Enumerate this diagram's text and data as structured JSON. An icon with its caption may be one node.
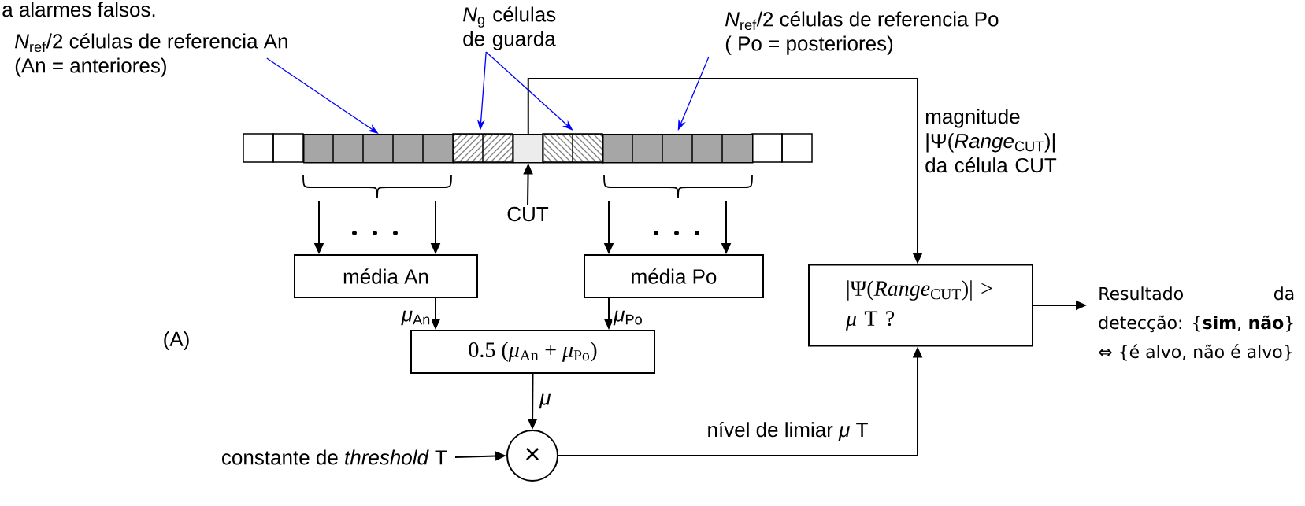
{
  "diagram": {
    "nodes": [
      {
        "text": [
          "*N*$_{ref}$/2 células de referencia An",
          "(An = anteriores)"
        ]
      },
      {
        "text": [
          "*N*$_{g}$ células de guarda"
        ]
      },
      {
        "text": [
          "*N*$_{ref}$/2 células de referencia Po",
          "( Po = posteriores)"
        ]
      },
      {
        "text": [],
        "shape": "box"
      },
      {
        "text": [],
        "shape": "box"
      },
      {
        "text": [],
        "shape": "box"
      },
      {
        "text": [],
        "shape": "box"
      },
      {
        "text": [],
        "shape": "box"
      },
      {
        "text": [
          "CUT"
        ]
      },
      {
        "text": [
          "média An"
        ]
      },
      {
        "text": [
          "média Po"
        ]
      },
      {
        "text": [
          "0.5 (*μ*$_{An}$ + *μ*$_{Po}$)"
        ]
      },
      {
        "text": [
          "×"
        ]
      },
      {
        "text": [
          "constante de *threshold* T"
        ]
      },
      {
        "text": [
          "|Ψ(*Range*$_{CUT}$)| > *μ* T ?"
        ]
      },
      {
        "text": [
          "Resultado da detecção: {**sim**, **não**} ⇔ {é alvo, não é alvo}"
        ]
      }
    ],
    "edges": [
      {
        "from": 0,
        "to": 3,
        "arrow": "to",
        "color": "#0000ff"
      },
      {
        "from": 1,
        "to": 4,
        "arrow": "to",
        "color": "#0000ff"
      },
      {
        "from": 1,
        "to": 6,
        "arrow": "to",
        "color": "#0000ff"
      },
      {
        "from": 2,
        "to": 7,
        "arrow": "to",
        "color": "#0000ff"
      },
      {
        "from": 8,
        "to": 5,
        "arrow": "to"
      },
      {
        "from": 3,
        "to": 9,
        "arrow": "to"
      },
      {
        "from": 3,
        "to": 9,
        "arrow": "to"
      },
      {
        "from": 7,
        "to": 10,
        "arrow": "to"
      },
      {
        "from": 7,
        "to": 10,
        "arrow": "to"
      },
      {
        "from": 9,
        "to": 11,
        "arrow": "to",
        "label": "*μ*$_{An}$"
      },
      {
        "from": 10,
        "to": 11,
        "arrow": "to",
        "label": "*μ*$_{Po}$"
      },
      {
        "from": 11,
        "to": 12,
        "arrow": "to",
        "label": "*μ*"
      },
      {
        "from": 13,
        "to": 12,
        "arrow": "to"
      },
      {
        "from": 12,
        "to": 14,
        "arrow": "to",
        "label": "nível de limiar *μ* T"
      },
      {
        "from": 5,
        "to": 14,
        "arrow": "to",
        "label": "magnitude |Ψ(*Range*$_{CUT}$)| da célula CUT"
      },
      {
        "from": 14,
        "to": 15,
        "arrow": "to"
      }
    ],
    "labels": [
      "a alarmes falsos.",
      "(A)"
    ]
  }
}
